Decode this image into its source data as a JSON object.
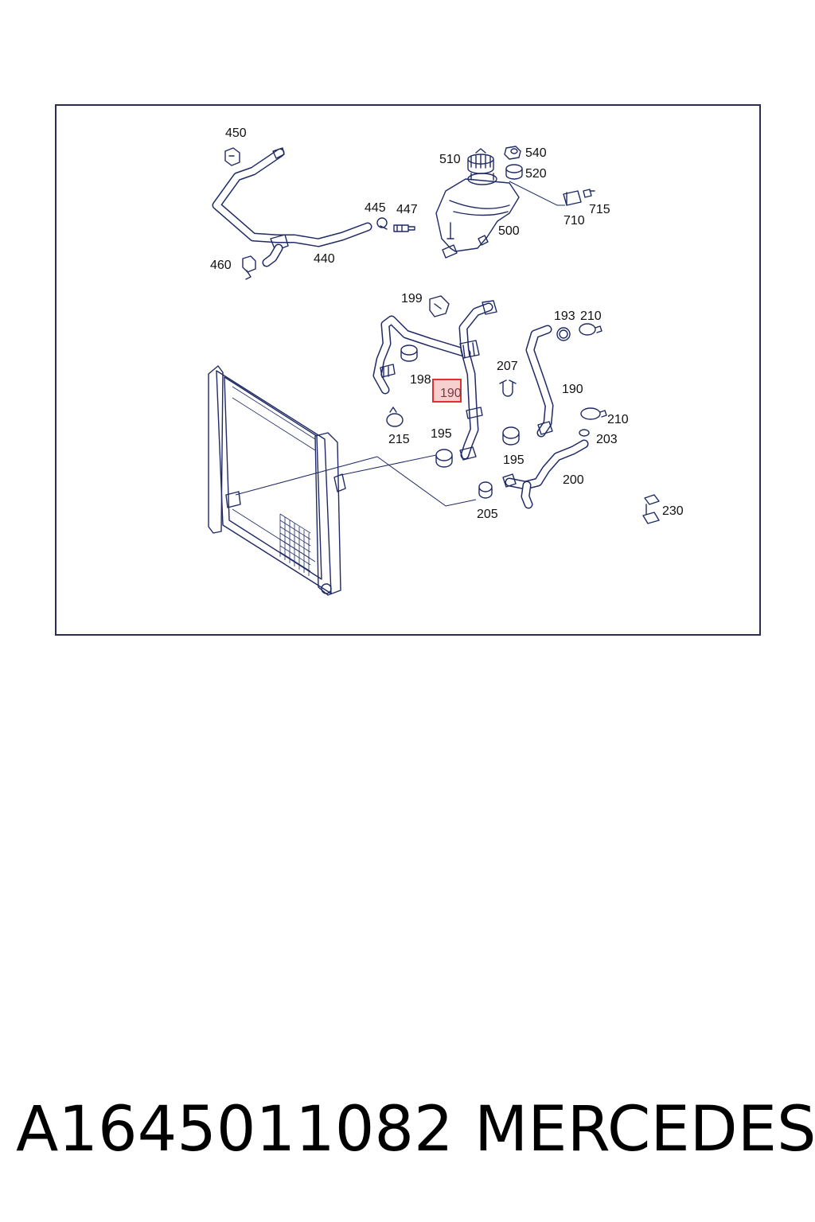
{
  "diagram": {
    "callouts": [
      {
        "id": "450",
        "text": "450"
      },
      {
        "id": "510",
        "text": "510"
      },
      {
        "id": "540",
        "text": "540"
      },
      {
        "id": "520",
        "text": "520"
      },
      {
        "id": "445",
        "text": "445"
      },
      {
        "id": "447",
        "text": "447"
      },
      {
        "id": "715",
        "text": "715"
      },
      {
        "id": "710",
        "text": "710"
      },
      {
        "id": "500",
        "text": "500"
      },
      {
        "id": "460",
        "text": "460"
      },
      {
        "id": "440",
        "text": "440"
      },
      {
        "id": "199",
        "text": "199"
      },
      {
        "id": "193",
        "text": "193"
      },
      {
        "id": "210a",
        "text": "210"
      },
      {
        "id": "198",
        "text": "198"
      },
      {
        "id": "207",
        "text": "207"
      },
      {
        "id": "190a",
        "text": "190"
      },
      {
        "id": "190b",
        "text": "190"
      },
      {
        "id": "215",
        "text": "215"
      },
      {
        "id": "195a",
        "text": "195"
      },
      {
        "id": "210b",
        "text": "210"
      },
      {
        "id": "203",
        "text": "203"
      },
      {
        "id": "195b",
        "text": "195"
      },
      {
        "id": "200",
        "text": "200"
      },
      {
        "id": "205",
        "text": "205"
      },
      {
        "id": "230",
        "text": "230"
      }
    ],
    "highlighted_callout": "190",
    "highlight_color": "#e03030"
  },
  "footer": {
    "part_number": "A1645011082",
    "brand": "MERCEDES"
  }
}
